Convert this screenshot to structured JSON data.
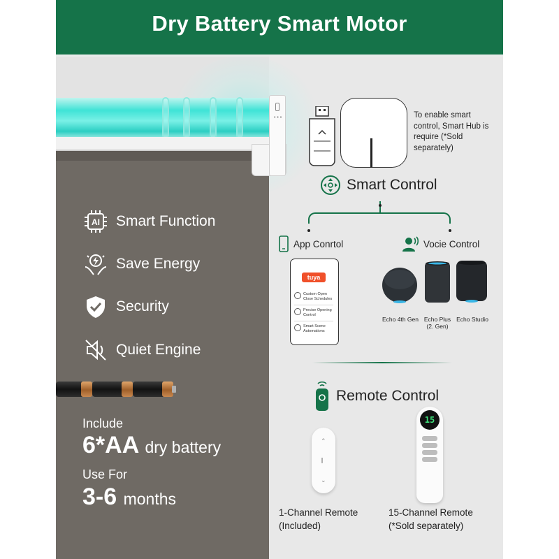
{
  "header": {
    "title": "Dry Battery Smart Motor"
  },
  "features": [
    {
      "icon": "ai-chip-icon",
      "label": "Smart Function"
    },
    {
      "icon": "energy-hands-icon",
      "label": "Save Energy"
    },
    {
      "icon": "shield-check-icon",
      "label": "Security"
    },
    {
      "icon": "mute-speaker-icon",
      "label": "Quiet Engine"
    }
  ],
  "battery_info": {
    "include_label": "Include",
    "battery_count": "6*AA",
    "battery_type": "dry battery",
    "use_for_label": "Use For",
    "duration_range": "3-6",
    "duration_unit": "months"
  },
  "hub_note": "To enable smart control, Smart Hub is require (*Sold separately)",
  "smart_control": {
    "title": "Smart Control",
    "icon": "four-way-arrows-icon"
  },
  "app_control": {
    "label": "App Conrtol",
    "icon": "phone-icon",
    "tuya": "tuya",
    "items": [
      "Custom Open Close Schedules",
      "Precise Opening Control",
      "Smart Scene Automations"
    ]
  },
  "voice_control": {
    "label": "Vocie Control",
    "icon": "person-voice-icon",
    "devices": [
      {
        "name": "Echo 4th Gen"
      },
      {
        "name": "Echo Plus\n(2. Gen)"
      },
      {
        "name": "Echo Studio"
      }
    ]
  },
  "remote_control": {
    "title": "Remote Control",
    "icon": "remote-icon"
  },
  "remotes": [
    {
      "name": "1-Channel Remote",
      "note": "(Included)"
    },
    {
      "name": "15-Channel Remote",
      "note": "(*Sold separately)",
      "display": "15"
    }
  ],
  "colors": {
    "brand_green": "#157349",
    "fabric": "#6f6a64",
    "roller_cyan": "#3fe3d6"
  }
}
